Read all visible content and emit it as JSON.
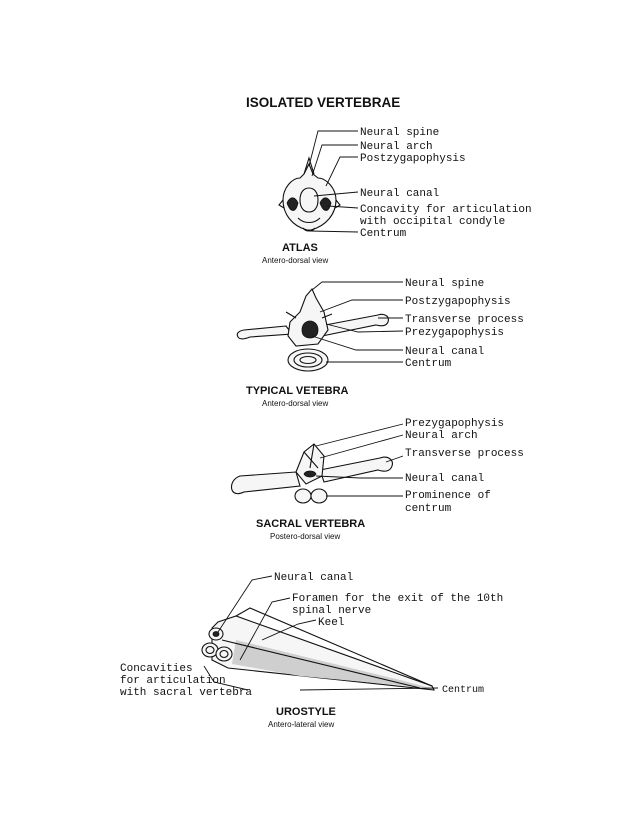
{
  "title": "ISOLATED VERTEBRAE",
  "atlas": {
    "name": "ATLAS",
    "view": "Antero-dorsal view",
    "labels": {
      "neural_spine": "Neural spine",
      "neural_arch": "Neural arch",
      "postzygapophysis": "Postzygapophysis",
      "neural_canal": "Neural canal",
      "concavity_line1": "Concavity for articulation",
      "concavity_line2": "with occipital condyle",
      "centrum": "Centrum"
    }
  },
  "typical": {
    "name": "TYPICAL VETEBRA",
    "view": "Antero-dorsal view",
    "labels": {
      "neural_spine": "Neural spine",
      "postzygapophysis": "Postzygapophysis",
      "transverse_process": "Transverse process",
      "prezygapophysis": "Prezygapophysis",
      "neural_canal": "Neural canal",
      "centrum": "Centrum"
    }
  },
  "sacral": {
    "name": "SACRAL VERTEBRA",
    "view": "Postero-dorsal view",
    "labels": {
      "prezygapophysis": "Prezygapophysis",
      "neural_arch": "Neural arch",
      "transverse_process": "Transverse process",
      "neural_canal": "Neural canal",
      "prominence_line1": "Prominence of",
      "prominence_line2": "centrum"
    }
  },
  "urostyle": {
    "name": "UROSTYLE",
    "view": "Antero-lateral view",
    "labels": {
      "neural_canal": "Neural canal",
      "foramen_line1": "Foramen for the exit of the 10th",
      "foramen_line2": "spinal nerve",
      "keel": "Keel",
      "concavities_line1": "Concavities",
      "concavities_line2": "for articulation",
      "concavities_line3": "with sacral vertebra",
      "centrum": "Centrum"
    }
  }
}
